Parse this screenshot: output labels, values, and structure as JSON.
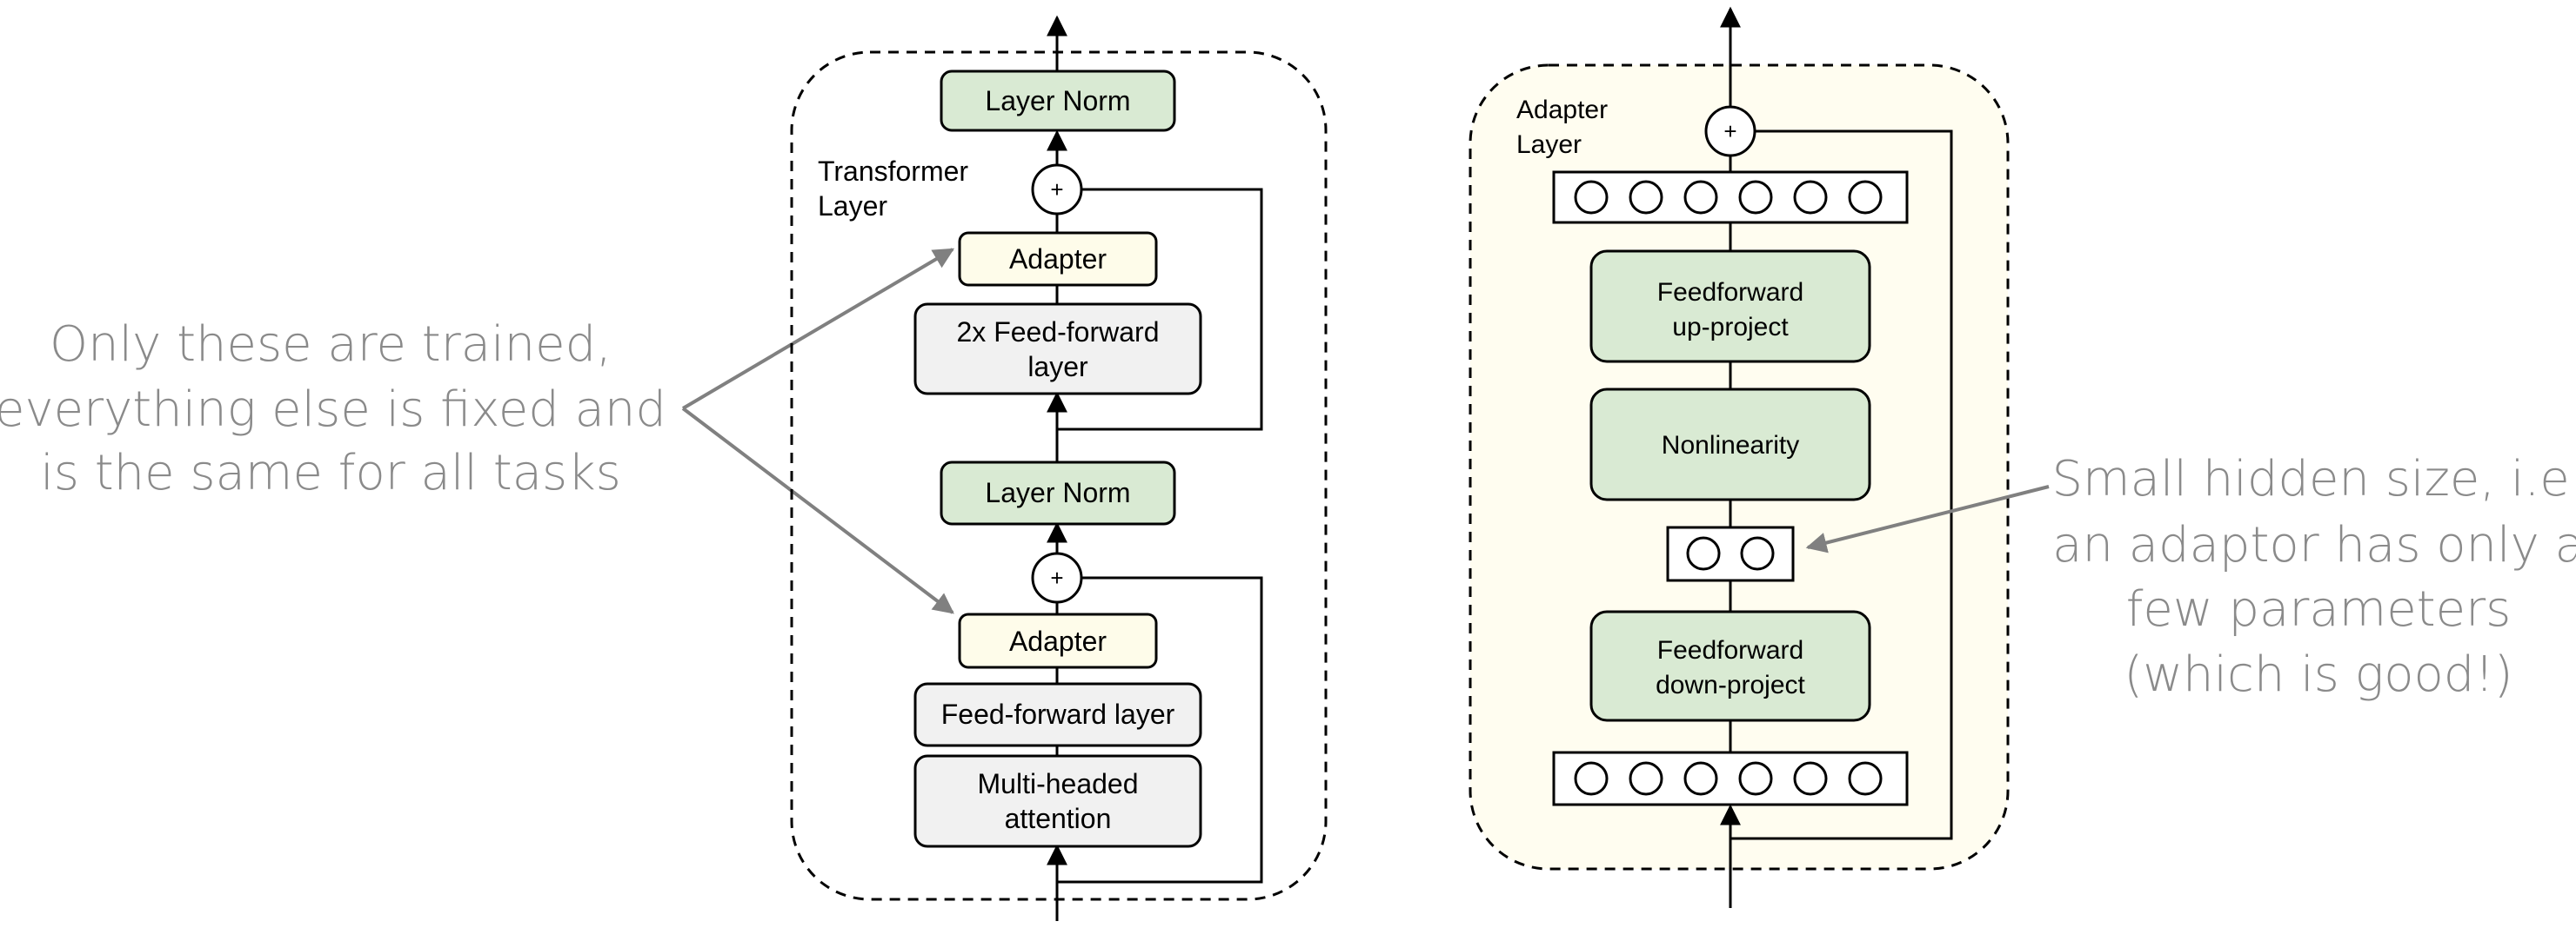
{
  "left_annotation": {
    "lines": [
      "Only these are trained,",
      "everything else is fixed and",
      "is the same for all tasks"
    ]
  },
  "right_annotation": {
    "lines": [
      "Small hidden size, i.e.",
      "an adaptor has only a",
      "few parameters",
      "(which is good!)"
    ]
  },
  "transformer": {
    "label_lines": [
      "Transformer",
      "Layer"
    ],
    "layer_norm_top": "Layer Norm",
    "adapter_top": "Adapter",
    "feed_forward_2x_lines": [
      "2x Feed-forward",
      "layer"
    ],
    "layer_norm_mid": "Layer Norm",
    "adapter_bottom": "Adapter",
    "feed_forward": "Feed-forward layer",
    "attention_lines": [
      "Multi-headed",
      "attention"
    ],
    "plus_symbol": "+"
  },
  "adapter": {
    "label_lines": [
      "Adapter",
      "Layer"
    ],
    "up_project_lines": [
      "Feedforward",
      "up-project"
    ],
    "nonlinearity": "Nonlinearity",
    "down_project_lines": [
      "Feedforward",
      "down-project"
    ],
    "plus_symbol": "+"
  },
  "colors": {
    "green_box": "#d9ead3",
    "yellow_box": "#fefcea",
    "gray_box": "#f1f1f1",
    "adapter_bg": "#fffdf0",
    "annotation_text": "#8a8a8a",
    "arrow": "#808080"
  }
}
